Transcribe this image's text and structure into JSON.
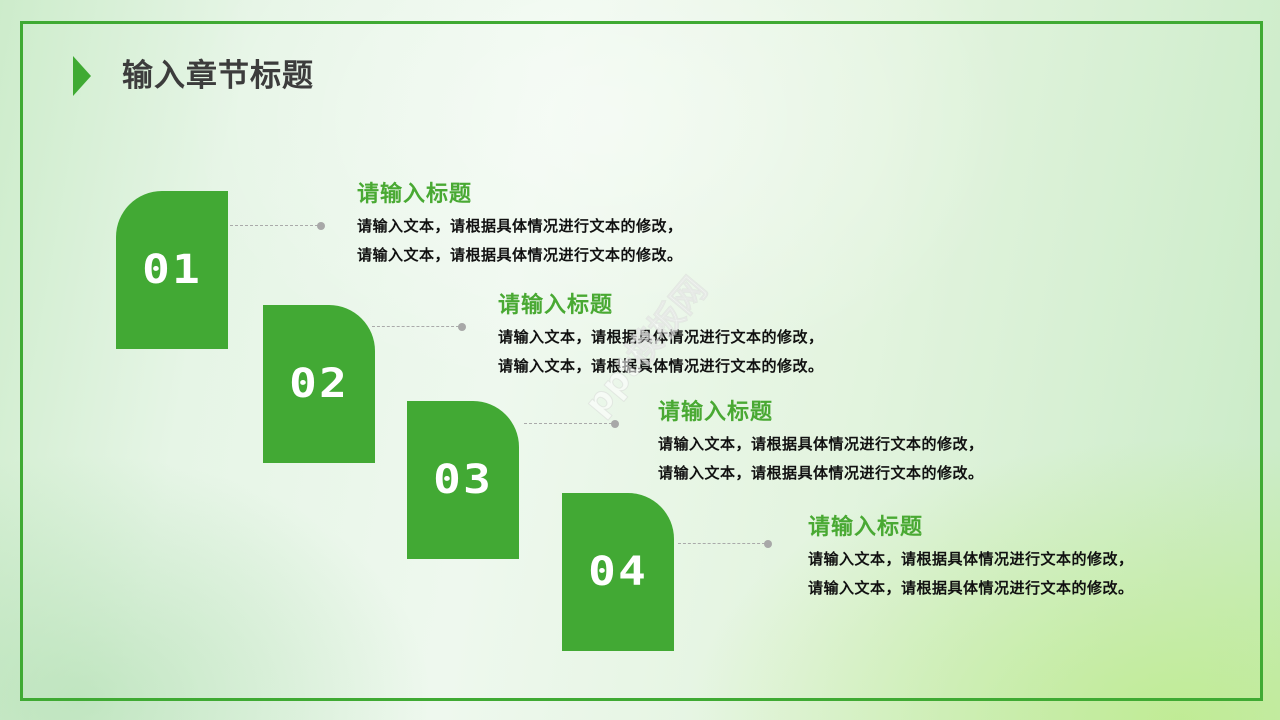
{
  "header": {
    "title": "输入章节标题",
    "arrow_icon": "triangle-right-icon"
  },
  "colors": {
    "accent": "#42a934",
    "title_green": "#49a933",
    "heading_text": "#3c3c3c",
    "body_text": "#111111",
    "connector": "#aaaaaa"
  },
  "items": [
    {
      "number": "01",
      "title": "请输入标题",
      "lines": [
        "请输入文本，请根据具体情况进行文本的修改，",
        "请输入文本，请根据具体情况进行文本的修改。"
      ]
    },
    {
      "number": "02",
      "title": "请输入标题",
      "lines": [
        "请输入文本，请根据具体情况进行文本的修改，",
        "请输入文本，请根据具体情况进行文本的修改。"
      ]
    },
    {
      "number": "03",
      "title": "请输入标题",
      "lines": [
        "请输入文本，请根据具体情况进行文本的修改，",
        "请输入文本，请根据具体情况进行文本的修改。"
      ]
    },
    {
      "number": "04",
      "title": "请输入标题",
      "lines": [
        "请输入文本，请根据具体情况进行文本的修改，",
        "请输入文本，请根据具体情况进行文本的修改。"
      ]
    }
  ],
  "watermark": "ppt模板网"
}
